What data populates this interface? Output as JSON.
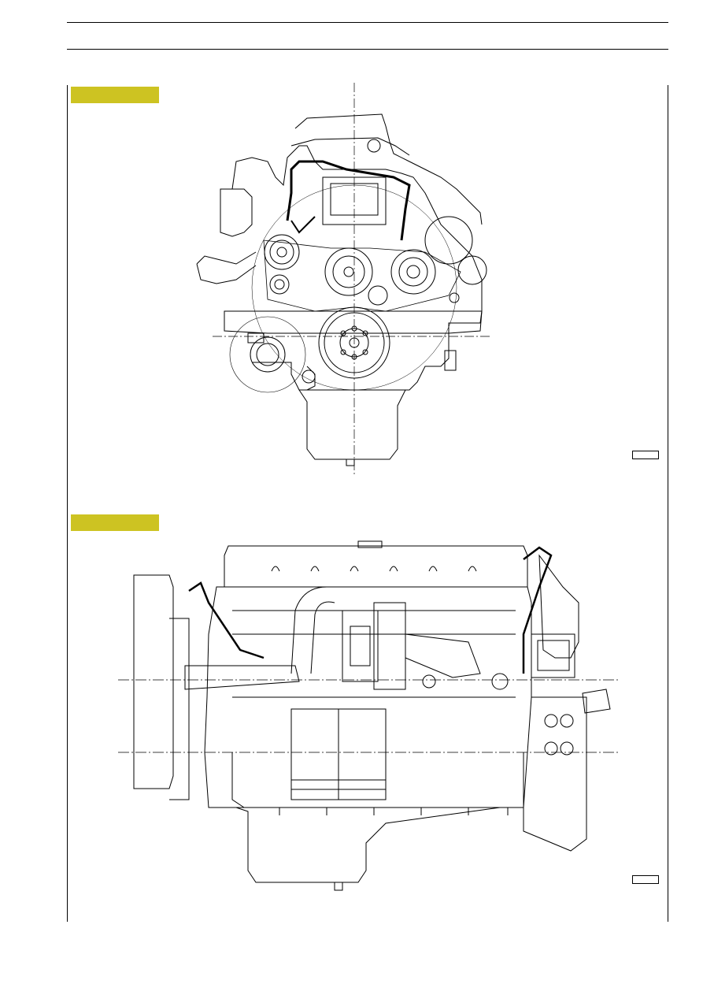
{
  "page": {
    "header_label": "",
    "accent_color": "#cdc322"
  },
  "figures": [
    {
      "id": "front",
      "tab_label": "",
      "figure_number": "",
      "icon": "engine-front-view-drawing"
    },
    {
      "id": "side",
      "tab_label": "",
      "figure_number": "",
      "icon": "engine-side-view-drawing"
    }
  ]
}
